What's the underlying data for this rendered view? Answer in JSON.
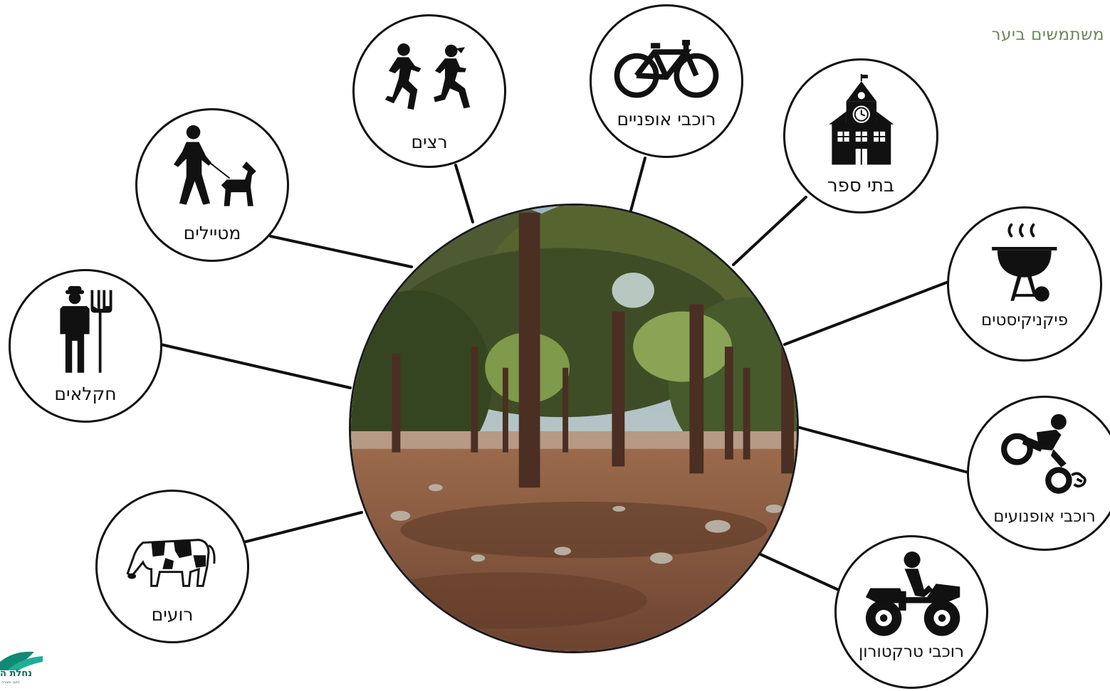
{
  "title": "משתמשים ביער",
  "center_image": "forest-photo",
  "nodes": [
    {
      "key": "cyclists",
      "label": "רוכבי אופניים",
      "icon": "bicycle-icon"
    },
    {
      "key": "schools",
      "label": "בתי ספר",
      "icon": "school-building-icon"
    },
    {
      "key": "picnickers",
      "label": "פיקניקיסטים",
      "icon": "barbecue-grill-icon"
    },
    {
      "key": "motorcyclists",
      "label": "רוכבי אופנועים",
      "icon": "motorcycle-rider-icon"
    },
    {
      "key": "atv",
      "label": "רוכבי טרקטורון",
      "icon": "atv-rider-icon"
    },
    {
      "key": "shepherds",
      "label": "רועים",
      "icon": "cow-icon"
    },
    {
      "key": "farmers",
      "label": "חקלאים",
      "icon": "farmer-pitchfork-icon"
    },
    {
      "key": "walkers",
      "label": "מטיילים",
      "icon": "dog-walker-icon"
    },
    {
      "key": "runners",
      "label": "רצים",
      "icon": "runners-icon"
    }
  ],
  "logo": {
    "text": "נחלת ה",
    "subtext": "חינוך וחברה"
  }
}
